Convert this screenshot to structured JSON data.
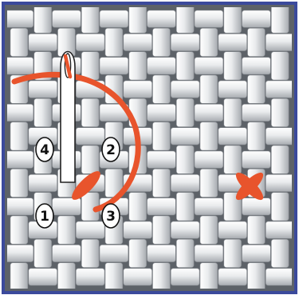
{
  "colors": {
    "frame": "#3b4a9c",
    "background": "#ffffff",
    "weave_dark": "#6b6f74",
    "weave_mid": "#a9adb2",
    "weave_light": "#e6e8ea",
    "thread": "#e8542c",
    "needle_fill": "#ffffff",
    "needle_stroke": "#222222",
    "marker_fill": "#ffffff",
    "marker_stroke": "#111111"
  },
  "grid": {
    "columns": 12,
    "rows": 12
  },
  "markers": [
    {
      "id": "marker-1",
      "label": "1"
    },
    {
      "id": "marker-2",
      "label": "2"
    },
    {
      "id": "marker-3",
      "label": "3"
    },
    {
      "id": "marker-4",
      "label": "4"
    }
  ],
  "icons": {
    "needle": "needle-icon",
    "thread": "thread-arc",
    "stitch": "stitch-half",
    "cross": "cross-stitch"
  }
}
